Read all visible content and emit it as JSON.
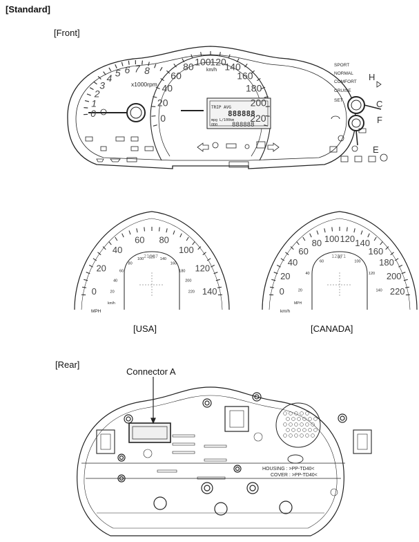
{
  "header": {
    "section": "[Standard]"
  },
  "front": {
    "label": "[Front]",
    "tach": {
      "numbers": [
        "0",
        "1",
        "2",
        "3",
        "4",
        "5",
        "6",
        "7",
        "8"
      ],
      "unit": "x1000rpm"
    },
    "speedo": {
      "numbers": [
        "0",
        "20",
        "40",
        "60",
        "80",
        "100",
        "120",
        "140",
        "160",
        "180",
        "200",
        "220"
      ],
      "unit": "km/h"
    },
    "mode_labels": [
      "SPORT",
      "NORMAL",
      "COMFORT",
      "CRUISE",
      "SET"
    ],
    "temp": {
      "hot": "H",
      "cold": "C"
    },
    "fuel": {
      "full": "F",
      "empty": "E"
    },
    "lcd": {
      "line1": "TRIP AVG",
      "digits": "888888",
      "unit_small": "mpg L/100km",
      "odo": "ODO",
      "odo_digits": "888888"
    }
  },
  "usa": {
    "label": "[USA]",
    "mph": [
      "0",
      "20",
      "40",
      "60",
      "80",
      "100",
      "120",
      "140"
    ],
    "kmh": [
      "20",
      "40",
      "60",
      "80",
      "100",
      "120",
      "140",
      "160",
      "180",
      "200",
      "220"
    ],
    "unit_outer": "MPH",
    "unit_inner": "km/h",
    "center_text": "21607"
  },
  "canada": {
    "label": "[CANADA]",
    "kmh": [
      "0",
      "20",
      "40",
      "60",
      "80",
      "100",
      "120",
      "140",
      "160",
      "180",
      "200",
      "220"
    ],
    "mph": [
      "20",
      "40",
      "60",
      "80",
      "100",
      "120",
      "140"
    ],
    "unit_outer": "km/h",
    "unit_inner": "MPH",
    "center_text": "12271"
  },
  "rear": {
    "label": "[Rear]",
    "connector": "Connector A",
    "housing": "HOUSING : >PP-TD40<",
    "cover": "COVER : >PP-TD40<"
  }
}
